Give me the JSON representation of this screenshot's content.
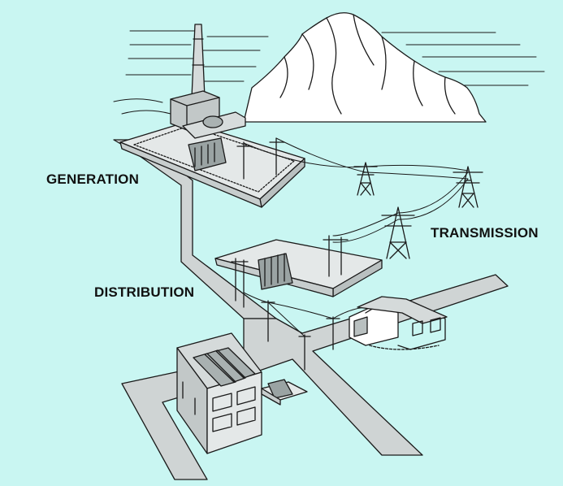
{
  "labels": {
    "generation": "GENERATION",
    "transmission": "TRANSMISSION",
    "distribution": "DISTRIBUTION"
  },
  "colors": {
    "background": "#c9f6f2",
    "road": "#cfd4d4",
    "structure": "#b9c0c0",
    "outline": "#1a1a1a"
  }
}
